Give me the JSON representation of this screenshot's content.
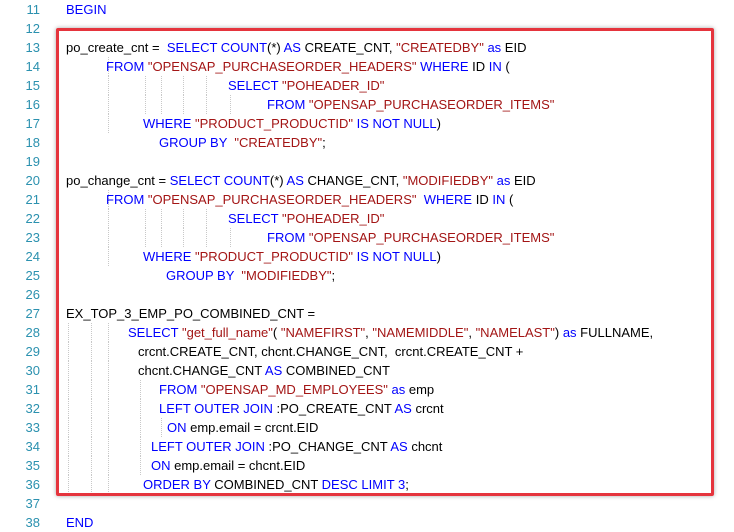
{
  "colors": {
    "keyword": "#0000ff",
    "string": "#a31515",
    "line_number": "#2b91af",
    "highlight_border": "#e5343d"
  },
  "lines": [
    {
      "n": "11",
      "tokens": [
        {
          "t": "BEGIN",
          "c": "kw"
        }
      ]
    },
    {
      "n": "12",
      "tokens": []
    },
    {
      "n": "13",
      "tokens": [
        {
          "t": "po_create_cnt =  ",
          "c": "txt"
        },
        {
          "t": "SELECT",
          "c": "kw"
        },
        {
          "t": " ",
          "c": "txt"
        },
        {
          "t": "COUNT",
          "c": "kw"
        },
        {
          "t": "(*) ",
          "c": "txt"
        },
        {
          "t": "AS",
          "c": "kw"
        },
        {
          "t": " CREATE_CNT, ",
          "c": "txt"
        },
        {
          "t": "\"CREATEDBY\"",
          "c": "str"
        },
        {
          "t": " ",
          "c": "txt"
        },
        {
          "t": "as",
          "c": "kw"
        },
        {
          "t": " EID",
          "c": "txt"
        }
      ]
    },
    {
      "n": "14",
      "tokens": [
        {
          "t": "FROM",
          "c": "kw"
        },
        {
          "t": " ",
          "c": "txt"
        },
        {
          "t": "\"OPENSAP_PURCHASEORDER_HEADERS\"",
          "c": "str"
        },
        {
          "t": " ",
          "c": "txt"
        },
        {
          "t": "WHERE",
          "c": "kw"
        },
        {
          "t": " ID ",
          "c": "txt"
        },
        {
          "t": "IN",
          "c": "kw"
        },
        {
          "t": " (",
          "c": "txt"
        }
      ]
    },
    {
      "n": "15",
      "tokens": [
        {
          "t": "SELECT",
          "c": "kw"
        },
        {
          "t": " ",
          "c": "txt"
        },
        {
          "t": "\"POHEADER_ID\"",
          "c": "str"
        }
      ]
    },
    {
      "n": "16",
      "tokens": [
        {
          "t": "FROM",
          "c": "kw"
        },
        {
          "t": " ",
          "c": "txt"
        },
        {
          "t": "\"OPENSAP_PURCHASEORDER_ITEMS\"",
          "c": "str"
        }
      ]
    },
    {
      "n": "17",
      "tokens": [
        {
          "t": "WHERE",
          "c": "kw"
        },
        {
          "t": " ",
          "c": "txt"
        },
        {
          "t": "\"PRODUCT_PRODUCTID\"",
          "c": "str"
        },
        {
          "t": " ",
          "c": "txt"
        },
        {
          "t": "IS NOT NULL",
          "c": "kw"
        },
        {
          "t": ")",
          "c": "txt"
        }
      ]
    },
    {
      "n": "18",
      "tokens": [
        {
          "t": "GROUP BY",
          "c": "kw"
        },
        {
          "t": "  ",
          "c": "txt"
        },
        {
          "t": "\"CREATEDBY\"",
          "c": "str"
        },
        {
          "t": ";",
          "c": "txt"
        }
      ]
    },
    {
      "n": "19",
      "tokens": []
    },
    {
      "n": "20",
      "tokens": [
        {
          "t": "po_change_cnt = ",
          "c": "txt"
        },
        {
          "t": "SELECT",
          "c": "kw"
        },
        {
          "t": " ",
          "c": "txt"
        },
        {
          "t": "COUNT",
          "c": "kw"
        },
        {
          "t": "(*) ",
          "c": "txt"
        },
        {
          "t": "AS",
          "c": "kw"
        },
        {
          "t": " CHANGE_CNT, ",
          "c": "txt"
        },
        {
          "t": "\"MODIFIEDBY\"",
          "c": "str"
        },
        {
          "t": " ",
          "c": "txt"
        },
        {
          "t": "as",
          "c": "kw"
        },
        {
          "t": " EID",
          "c": "txt"
        }
      ]
    },
    {
      "n": "21",
      "tokens": [
        {
          "t": "FROM",
          "c": "kw"
        },
        {
          "t": " ",
          "c": "txt"
        },
        {
          "t": "\"OPENSAP_PURCHASEORDER_HEADERS\"",
          "c": "str"
        },
        {
          "t": "  ",
          "c": "txt"
        },
        {
          "t": "WHERE",
          "c": "kw"
        },
        {
          "t": " ID ",
          "c": "txt"
        },
        {
          "t": "IN",
          "c": "kw"
        },
        {
          "t": " (",
          "c": "txt"
        }
      ]
    },
    {
      "n": "22",
      "tokens": [
        {
          "t": "SELECT",
          "c": "kw"
        },
        {
          "t": " ",
          "c": "txt"
        },
        {
          "t": "\"POHEADER_ID\"",
          "c": "str"
        }
      ]
    },
    {
      "n": "23",
      "tokens": [
        {
          "t": "FROM",
          "c": "kw"
        },
        {
          "t": " ",
          "c": "txt"
        },
        {
          "t": "\"OPENSAP_PURCHASEORDER_ITEMS\"",
          "c": "str"
        }
      ]
    },
    {
      "n": "24",
      "tokens": [
        {
          "t": "WHERE",
          "c": "kw"
        },
        {
          "t": " ",
          "c": "txt"
        },
        {
          "t": "\"PRODUCT_PRODUCTID\"",
          "c": "str"
        },
        {
          "t": " ",
          "c": "txt"
        },
        {
          "t": "IS NOT NULL",
          "c": "kw"
        },
        {
          "t": ")",
          "c": "txt"
        }
      ]
    },
    {
      "n": "25",
      "tokens": [
        {
          "t": "GROUP BY",
          "c": "kw"
        },
        {
          "t": "  ",
          "c": "txt"
        },
        {
          "t": "\"MODIFIEDBY\"",
          "c": "str"
        },
        {
          "t": ";",
          "c": "txt"
        }
      ]
    },
    {
      "n": "26",
      "tokens": []
    },
    {
      "n": "27",
      "tokens": [
        {
          "t": "EX_TOP_3_EMP_PO_COMBINED_CNT =",
          "c": "txt"
        }
      ]
    },
    {
      "n": "28",
      "tokens": [
        {
          "t": "SELECT",
          "c": "kw"
        },
        {
          "t": " ",
          "c": "txt"
        },
        {
          "t": "\"get_full_name\"",
          "c": "str"
        },
        {
          "t": "( ",
          "c": "txt"
        },
        {
          "t": "\"NAMEFIRST\"",
          "c": "str"
        },
        {
          "t": ", ",
          "c": "txt"
        },
        {
          "t": "\"NAMEMIDDLE\"",
          "c": "str"
        },
        {
          "t": ", ",
          "c": "txt"
        },
        {
          "t": "\"NAMELAST\"",
          "c": "str"
        },
        {
          "t": ") ",
          "c": "txt"
        },
        {
          "t": "as",
          "c": "kw"
        },
        {
          "t": " FULLNAME,",
          "c": "txt"
        }
      ]
    },
    {
      "n": "29",
      "tokens": [
        {
          "t": "crcnt.CREATE_CNT, chcnt.CHANGE_CNT,  crcnt.CREATE_CNT +",
          "c": "txt"
        }
      ]
    },
    {
      "n": "30",
      "tokens": [
        {
          "t": "chcnt.CHANGE_CNT ",
          "c": "txt"
        },
        {
          "t": "AS",
          "c": "kw"
        },
        {
          "t": " COMBINED_CNT",
          "c": "txt"
        }
      ]
    },
    {
      "n": "31",
      "tokens": [
        {
          "t": "FROM",
          "c": "kw"
        },
        {
          "t": " ",
          "c": "txt"
        },
        {
          "t": "\"OPENSAP_MD_EMPLOYEES\"",
          "c": "str"
        },
        {
          "t": " ",
          "c": "txt"
        },
        {
          "t": "as",
          "c": "kw"
        },
        {
          "t": " emp",
          "c": "txt"
        }
      ]
    },
    {
      "n": "32",
      "tokens": [
        {
          "t": "LEFT OUTER JOIN",
          "c": "kw"
        },
        {
          "t": " :PO_CREATE_CNT ",
          "c": "txt"
        },
        {
          "t": "AS",
          "c": "kw"
        },
        {
          "t": " crcnt",
          "c": "txt"
        }
      ]
    },
    {
      "n": "33",
      "tokens": [
        {
          "t": "ON",
          "c": "kw"
        },
        {
          "t": " emp.email = crcnt.EID",
          "c": "txt"
        }
      ]
    },
    {
      "n": "34",
      "tokens": [
        {
          "t": "LEFT OUTER JOIN",
          "c": "kw"
        },
        {
          "t": " :PO_CHANGE_CNT ",
          "c": "txt"
        },
        {
          "t": "AS",
          "c": "kw"
        },
        {
          "t": " chcnt",
          "c": "txt"
        }
      ]
    },
    {
      "n": "35",
      "tokens": [
        {
          "t": "ON",
          "c": "kw"
        },
        {
          "t": " emp.email = chcnt.EID",
          "c": "txt"
        }
      ]
    },
    {
      "n": "36",
      "tokens": [
        {
          "t": "ORDER BY",
          "c": "kw"
        },
        {
          "t": " COMBINED_CNT ",
          "c": "txt"
        },
        {
          "t": "DESC",
          "c": "kw"
        },
        {
          "t": " ",
          "c": "txt"
        },
        {
          "t": "LIMIT",
          "c": "kw"
        },
        {
          "t": " ",
          "c": "txt"
        },
        {
          "t": "3",
          "c": "kw"
        },
        {
          "t": ";",
          "c": "txt"
        }
      ]
    },
    {
      "n": "37",
      "tokens": []
    },
    {
      "n": "38",
      "tokens": [
        {
          "t": "END",
          "c": "kw"
        }
      ]
    }
  ]
}
